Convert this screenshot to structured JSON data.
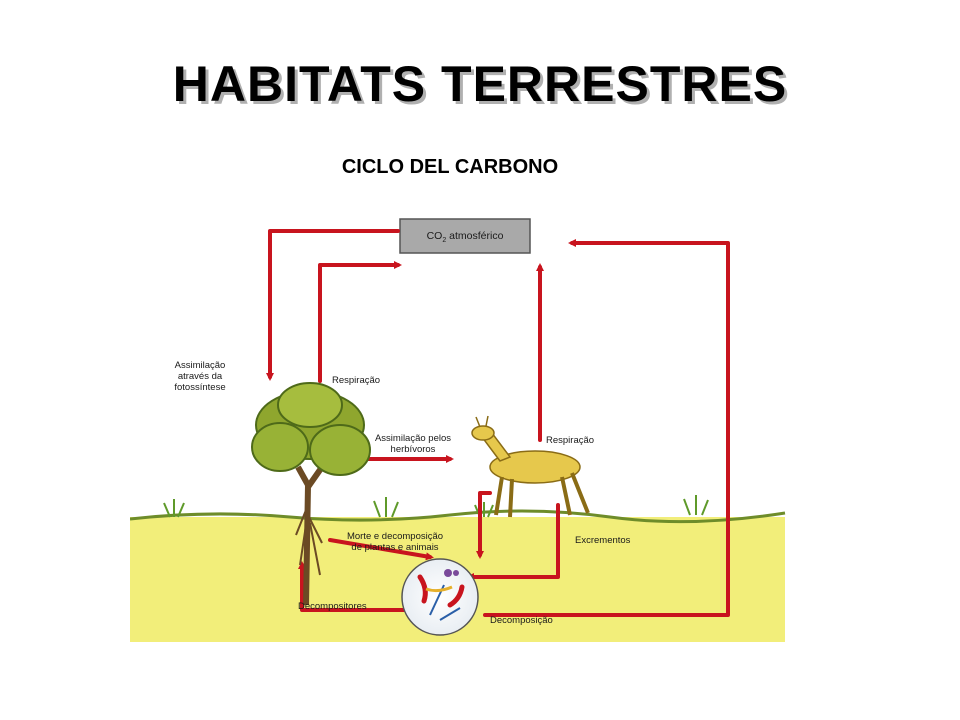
{
  "title": "HABITATS TERRESTRES",
  "subtitle": "CICLO DEL CARBONO",
  "colors": {
    "arrow": "#c8141e",
    "ground": "#f2ee7a",
    "sky": "#ffffff",
    "box": "#a9a9a9",
    "tree": "#8fa62e",
    "deer": "#e6c84c"
  },
  "diagram": {
    "co2_box": {
      "prefix": "CO",
      "sub": "2",
      "suffix": " atmosférico"
    },
    "labels": {
      "assimilation_photosynthesis": [
        "Assimilação",
        "através da",
        "fotossíntese"
      ],
      "respiration_plants": "Respiração",
      "assimilation_herbivores": [
        "Assimilação pelos",
        "herbívoros"
      ],
      "respiration_animals": "Respiração",
      "death_decomposition": [
        "Morte e decomposição",
        "de plantas e animais"
      ],
      "excrements": "Excrementos",
      "decomposers": "Decompositores",
      "decomposition": "Decomposição"
    }
  }
}
